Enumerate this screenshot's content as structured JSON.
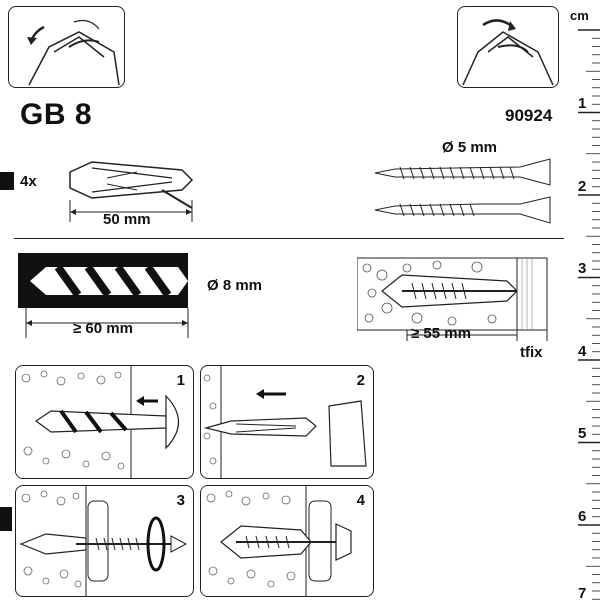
{
  "header": {
    "product_code": "GB 8",
    "article_number": "90924"
  },
  "package": {
    "quantity": "4x"
  },
  "specs": {
    "plug_length": "50 mm",
    "screw_diameter": "Ø 5 mm",
    "drill_diameter": "Ø 8 mm",
    "drill_depth": "≥ 60 mm",
    "anchor_depth": "≥ 55 mm",
    "fixture_thickness": "tfix"
  },
  "steps": [
    {
      "number": "1"
    },
    {
      "number": "2"
    },
    {
      "number": "3"
    },
    {
      "number": "4"
    }
  ],
  "ruler": {
    "unit": "cm",
    "labels": [
      "1",
      "2",
      "3",
      "4",
      "5",
      "6",
      "7"
    ]
  }
}
